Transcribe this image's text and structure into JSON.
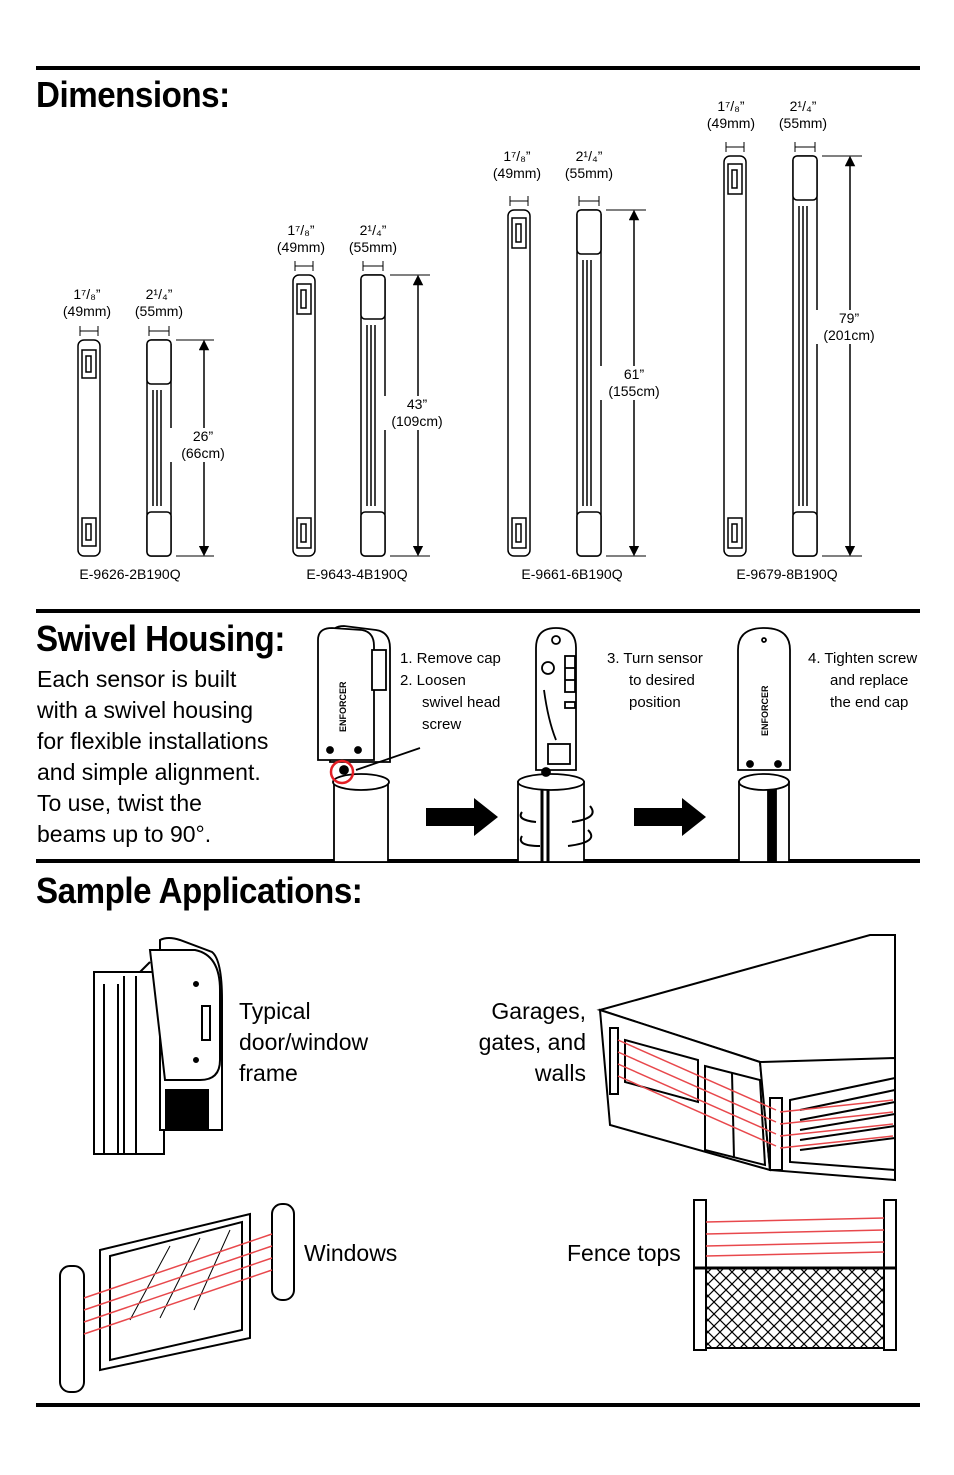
{
  "dimensions": {
    "title": "Dimensions:",
    "models": [
      {
        "w1": "1⁷/₈”",
        "w1mm": "(49mm)",
        "w2": "2¹/₄”",
        "w2mm": "(55mm)",
        "height": "26”",
        "height_cm": "(66cm)",
        "model": "E-9626-2B190Q"
      },
      {
        "w1": "1⁷/₈”",
        "w1mm": "(49mm)",
        "w2": "2¹/₄”",
        "w2mm": "(55mm)",
        "height": "43”",
        "height_cm": "(109cm)",
        "model": "E-9643-4B190Q"
      },
      {
        "w1": "1⁷/₈”",
        "w1mm": "(49mm)",
        "w2": "2¹/₄”",
        "w2mm": "(55mm)",
        "height": "61”",
        "height_cm": "(155cm)",
        "model": "E-9661-6B190Q"
      },
      {
        "w1": "1⁷/₈”",
        "w1mm": "(49mm)",
        "w2": "2¹/₄”",
        "w2mm": "(55mm)",
        "height": "79”",
        "height_cm": "(201cm)",
        "model": "E-9679-8B190Q"
      }
    ]
  },
  "swivel": {
    "title": "Swivel Housing:",
    "description": [
      "Each sensor is built",
      "with a swivel housing",
      "for flexible installations",
      "and simple alignment.",
      "To use, twist the",
      "beams up to 90°."
    ],
    "steps": {
      "s1": "1.  Remove cap",
      "s2a": "2.  Loosen",
      "s2b": "swivel head",
      "s2c": "screw",
      "s3a": "3.  Turn sensor",
      "s3b": "to desired",
      "s3c": "position",
      "s4a": "4.  Tighten screw",
      "s4b": "and replace",
      "s4c": "the end cap"
    },
    "brand": "ENFORCER",
    "highlight_color": "#e31e24"
  },
  "applications": {
    "title": "Sample Applications:",
    "door": [
      "Typical",
      "door/window",
      "frame"
    ],
    "garage": [
      "Garages,",
      "gates, and",
      "walls"
    ],
    "windows": "Windows",
    "fence": "Fence tops",
    "beam_color": "#e8484c"
  }
}
